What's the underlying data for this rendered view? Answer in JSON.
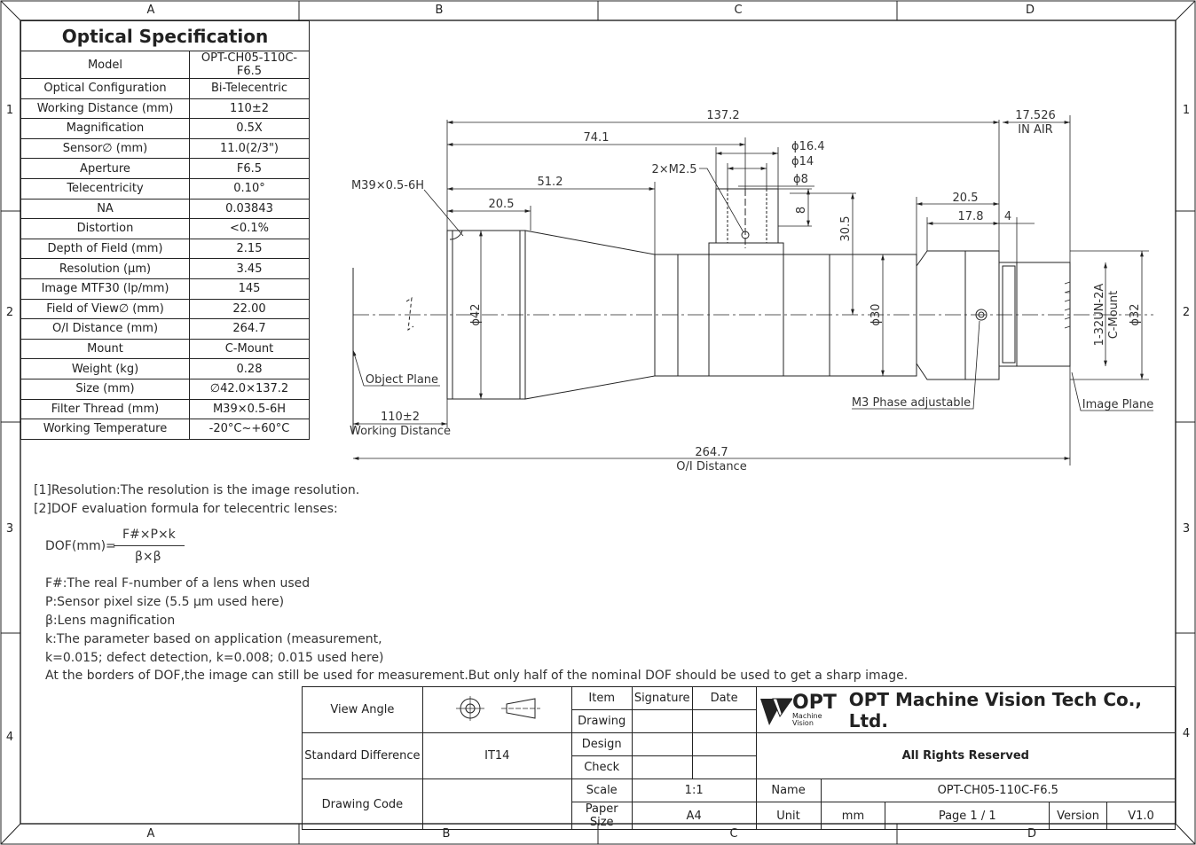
{
  "zones": {
    "columns": [
      "A",
      "B",
      "C",
      "D"
    ],
    "rows": [
      "1",
      "2",
      "3",
      "4"
    ]
  },
  "spec": {
    "title": "Optical Specification",
    "rows": [
      {
        "label": "Model",
        "value": "OPT-CH05-110C-F6.5"
      },
      {
        "label": "Optical Configuration",
        "value": "Bi-Telecentric"
      },
      {
        "label": "Working Distance (mm)",
        "value": "110±2"
      },
      {
        "label": "Magnification",
        "value": "0.5X"
      },
      {
        "label": "Sensor∅ (mm)",
        "value": "11.0(2/3\")"
      },
      {
        "label": "Aperture",
        "value": "F6.5"
      },
      {
        "label": "Telecentricity",
        "value": "0.10°"
      },
      {
        "label": "NA",
        "value": "0.03843"
      },
      {
        "label": "Distortion",
        "value": "<0.1%"
      },
      {
        "label": "Depth of Field (mm)",
        "value": "2.15"
      },
      {
        "label": "Resolution (µm)",
        "value": "3.45"
      },
      {
        "label": "Image MTF30 (lp/mm)",
        "value": "145"
      },
      {
        "label": "Field of View∅ (mm)",
        "value": "22.00"
      },
      {
        "label": "O/I Distance (mm)",
        "value": "264.7"
      },
      {
        "label": "Mount",
        "value": "C-Mount"
      },
      {
        "label": "Weight (kg)",
        "value": "0.28"
      },
      {
        "label": "Size (mm)",
        "value": "∅42.0×137.2"
      },
      {
        "label": "Filter Thread (mm)",
        "value": "M39×0.5-6H"
      },
      {
        "label": "Working Temperature",
        "value": "-20°C~+60°C"
      }
    ]
  },
  "drawing": {
    "dims": {
      "total_len": "137.2",
      "in_air_val": "17.526",
      "in_air": "IN AIR",
      "d741": "74.1",
      "d512": "51.2",
      "d205": "20.5",
      "d205r": "20.5",
      "d178": "17.8",
      "d4": "4",
      "dia164": "ϕ16.4",
      "dia14": "ϕ14",
      "dia8": "ϕ8",
      "d8v": "8",
      "d305": "30.5",
      "dia42": "ϕ42",
      "dia30": "ϕ30",
      "dia32": "ϕ32",
      "thread_r1": "1-32UN-2A",
      "thread_r2": "C-Mount",
      "m25": "2×M2.5",
      "m39": "M39×0.5-6H",
      "wd_val": "110±2",
      "wd_lbl": "Working Distance",
      "oi_val": "264.7",
      "oi_lbl": "O/I Distance"
    },
    "labels": {
      "object_plane": "Object Plane",
      "image_plane": "Image Plane",
      "m3": "M3 Phase adjustable"
    }
  },
  "notes": {
    "n1": "[1]Resolution:The resolution is  the image resolution.",
    "n2": "[2]DOF evaluation formula for telecentric lenses:",
    "formula_lhs": "DOF(mm)=",
    "formula_num": "F#×P×k",
    "formula_den": "β×β",
    "l1": "F#:The real F-number of a lens when used",
    "l2": "P:Sensor pixel size (5.5 µm used here)",
    "l3": "β:Lens magnification",
    "l4": "k:The parameter based on application (measurement,",
    "l5": "k=0.015; defect detection, k=0.008; 0.015 used here)",
    "l6": "At the borders of DOF,the image can still be used for measurement.But only half of the nominal DOF should be used to get a sharp image."
  },
  "titleblock": {
    "view_angle": "View Angle",
    "std_diff": "Standard Difference",
    "std_val": "IT14",
    "drawing_code": "Drawing Code",
    "item": "Item",
    "signature": "Signature",
    "date": "Date",
    "drawing": "Drawing",
    "design": "Design",
    "check": "Check",
    "scale": "Scale",
    "scale_val": "1:1",
    "paper": "Paper Size",
    "paper_val": "A4",
    "logo": "OPT",
    "logo_sub": "Machine Vision",
    "company": "OPT Machine Vision Tech Co., Ltd.",
    "rights": "All Rights Reserved",
    "name": "Name",
    "name_val": "OPT-CH05-110C-F6.5",
    "unit": "Unit",
    "unit_val": "mm",
    "page": "Page  1 / 1",
    "version": "Version",
    "version_val": "V1.0"
  },
  "colors": {
    "line": "#222222",
    "ink": "#333333"
  }
}
